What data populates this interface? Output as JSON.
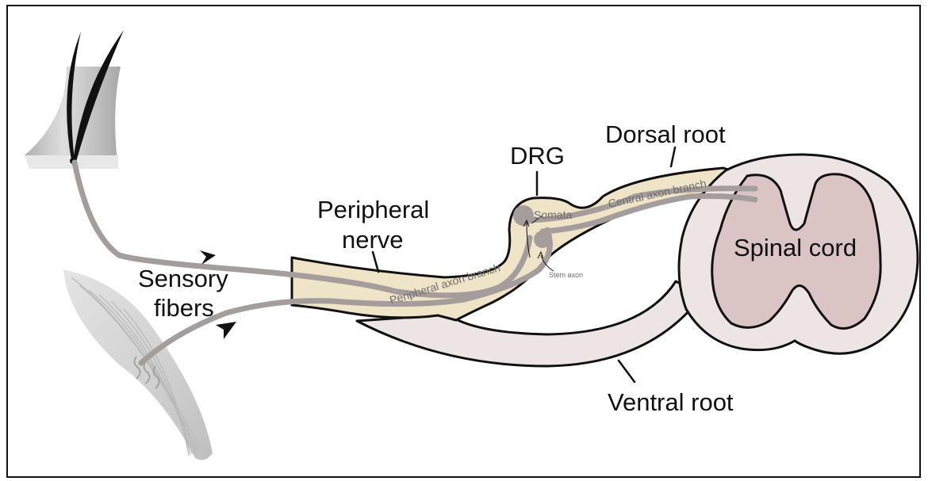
{
  "labels": {
    "dorsal_root": "Dorsal root",
    "drg": "DRG",
    "peripheral_nerve_line1": "Peripheral",
    "peripheral_nerve_line2": "nerve",
    "sensory_fibers_line1": "Sensory",
    "sensory_fibers_line2": "fibers",
    "spinal_cord": "Spinal cord",
    "ventral_root": "Ventral root",
    "somata": "Somata",
    "stem_axon": "Stem axon",
    "central_axon_branch": "Central axon branch",
    "peripheral_axon_branch": "Peripheral axon branch"
  },
  "colors": {
    "nerve_fill": "#efe3c8",
    "root_fill": "#ede5e3",
    "grey_matter": "#dbc5c4",
    "fiber": "#a49d9b",
    "skin": "#c8c8c8",
    "muscle": "#d4d4d4",
    "outline": "#111111"
  }
}
